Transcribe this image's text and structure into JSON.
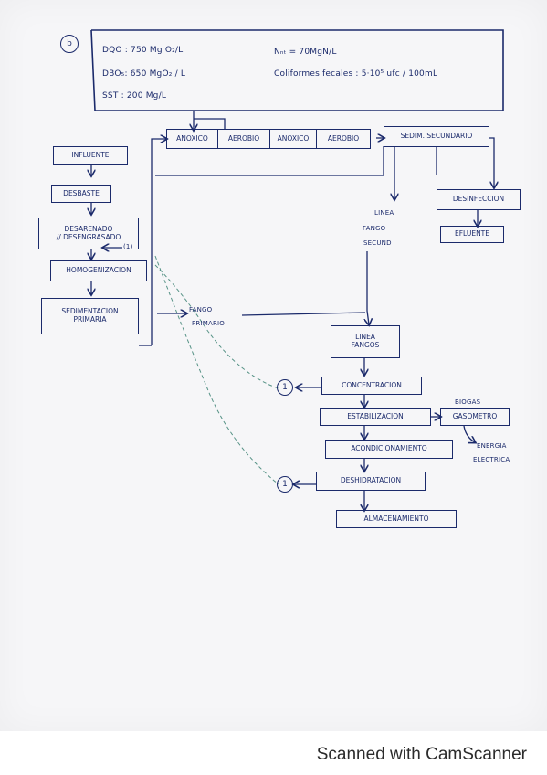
{
  "header": {
    "part_label": "b",
    "params": [
      {
        "text": "DQO : 750 Mg O₂/L"
      },
      {
        "text": "DBO₅: 650 MgO₂ / L"
      },
      {
        "text": "SST : 200 Mg/L"
      },
      {
        "text": "Nₙₜ = 70MgN/L"
      },
      {
        "text": "Coliformes fecales : 5·10⁵ ufc / 100mL"
      }
    ]
  },
  "water_line": {
    "influente": "INFLUENTE",
    "desbaste": "DESBASTE",
    "desarenado_1": "DESARENADO",
    "desarenado_2": "// DESENGRASADO",
    "homogenizacion": "HOMOGENIZACION",
    "sedimentacion_1": "SEDIMENTACION",
    "sedimentacion_2": "PRIMARIA",
    "reactor": [
      "ANOXICO",
      "AEROBIO",
      "ANOXICO",
      "AEROBIO"
    ],
    "sedim_secundario": "SEDIM. SECUNDARIO",
    "desinfeccion": "DESINFECCION",
    "efluente": "EFLUENTE",
    "return_label": "(1)"
  },
  "labels": {
    "linea_fango_1": "LINEA",
    "linea_fango_2": "FANGO",
    "linea_fango_3": "SECUND",
    "fango_primario_1": "FANGO",
    "fango_primario_2": "PRIMARIO",
    "biogas": "BIOGAS",
    "energia_1": "ENERGIA",
    "energia_2": "ELECTRICA"
  },
  "sludge_line": {
    "linea_1": "LINEA",
    "linea_2": "FANGOS",
    "concentracion": "CONCENTRACION",
    "estabilizacion": "ESTABILIZACION",
    "gasometro": "GASOMETRO",
    "acondicionamiento": "ACONDICIONAMIENTO",
    "deshidratacion": "DESHIDRATACION",
    "almacenamiento": "ALMACENAMIENTO",
    "circle_1": "1",
    "circle_2": "1"
  },
  "footer": {
    "watermark": "Scanned with CamScanner"
  },
  "colors": {
    "ink": "#1b2a6b",
    "paper": "#f6f6f8"
  }
}
